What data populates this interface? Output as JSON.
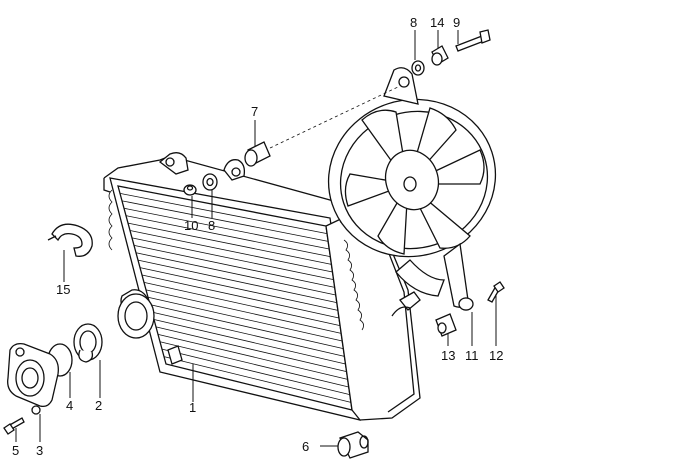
{
  "part_numbers": {
    "p1": "1",
    "p2": "2",
    "p3": "3",
    "p4": "4",
    "p5": "5",
    "p6": "6",
    "p7": "7",
    "p8a": "8",
    "p8b": "8",
    "p9": "9",
    "p10": "10",
    "p11": "11",
    "p12": "12",
    "p13": "13",
    "p14": "14",
    "p15": "15"
  }
}
